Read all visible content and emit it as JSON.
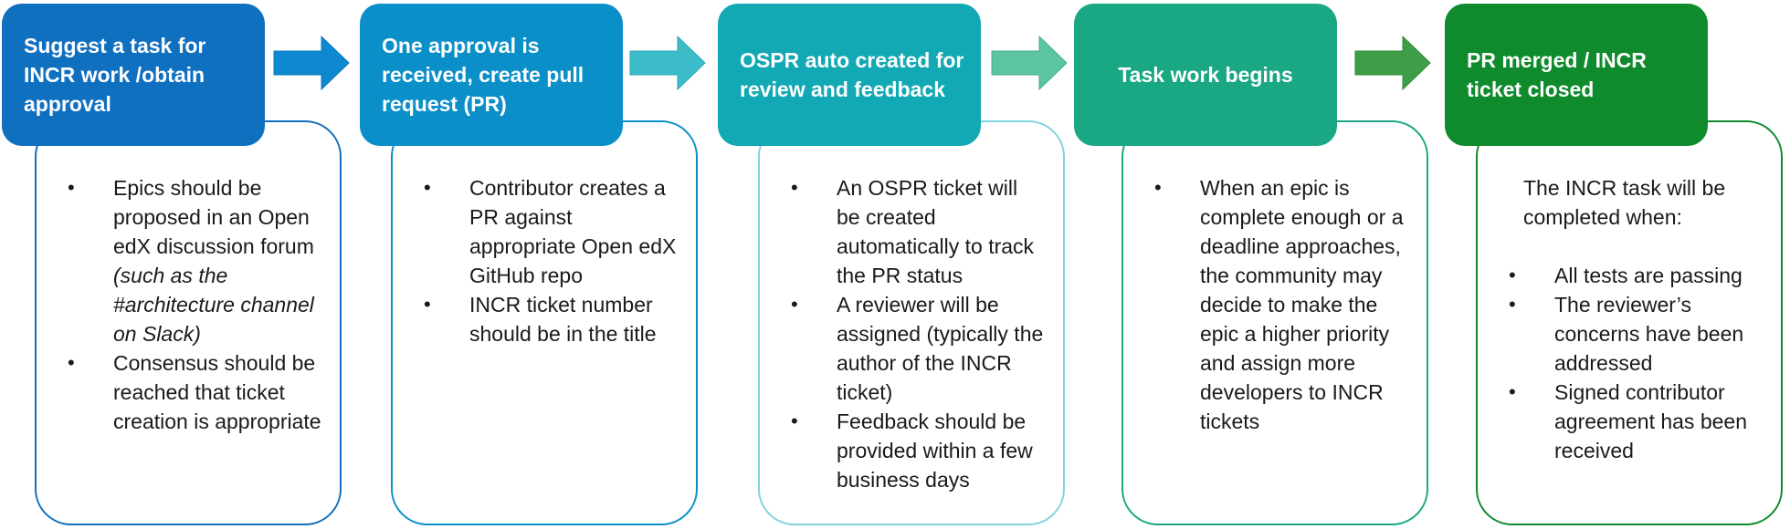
{
  "steps": [
    {
      "title": "Suggest a task for INCR work /obtain approval",
      "color": "#1070c0",
      "bullets": [
        {
          "text": "Epics should be proposed in an Open edX discussion forum ",
          "em": "(such as the #architecture channel on Slack)"
        },
        {
          "text": "Consensus should be reached that ticket creation is appropriate",
          "em": ""
        }
      ]
    },
    {
      "title": "One approval is received, create pull request (PR)",
      "color": "#0a8fc8",
      "bullets": [
        {
          "text": "Contributor creates a PR against appropriate Open edX GitHub repo"
        },
        {
          "text": "INCR ticket number should be in the title"
        }
      ]
    },
    {
      "title": "OSPR auto created for review and feedback",
      "color": "#12a8b4",
      "bullets": [
        {
          "text": "An OSPR ticket will be created automatically to track the PR status"
        },
        {
          "text": "A reviewer will be assigned (typically the author of the INCR ticket)"
        },
        {
          "text": "Feedback should be provided within a few business days"
        }
      ]
    },
    {
      "title": "Task work begins",
      "color": "#1aa784",
      "bullets": [
        {
          "text": "When an epic is complete enough or a deadline approaches, the community may decide to make the epic a higher priority and assign more developers to INCR tickets"
        }
      ]
    },
    {
      "title": "PR merged / INCR ticket closed",
      "color": "#0f8a2c",
      "intro": "The INCR task will be completed when:",
      "bullets": [
        {
          "text": "All tests are passing"
        },
        {
          "text": "The reviewer’s concerns have been addressed"
        },
        {
          "text": "Signed contributor agreement has been received"
        }
      ]
    }
  ],
  "colors": {
    "card1_border": "#1070c0",
    "card2_border": "#0a8fc8",
    "card3_border": "#7fd3dc",
    "card4_border": "#1aa784",
    "card5_border": "#0f8a2c",
    "arrow1": "#0e88d0",
    "arrow2": "#3cbcc8",
    "arrow3": "#5cc49e",
    "arrow4": "#3e9e48"
  }
}
